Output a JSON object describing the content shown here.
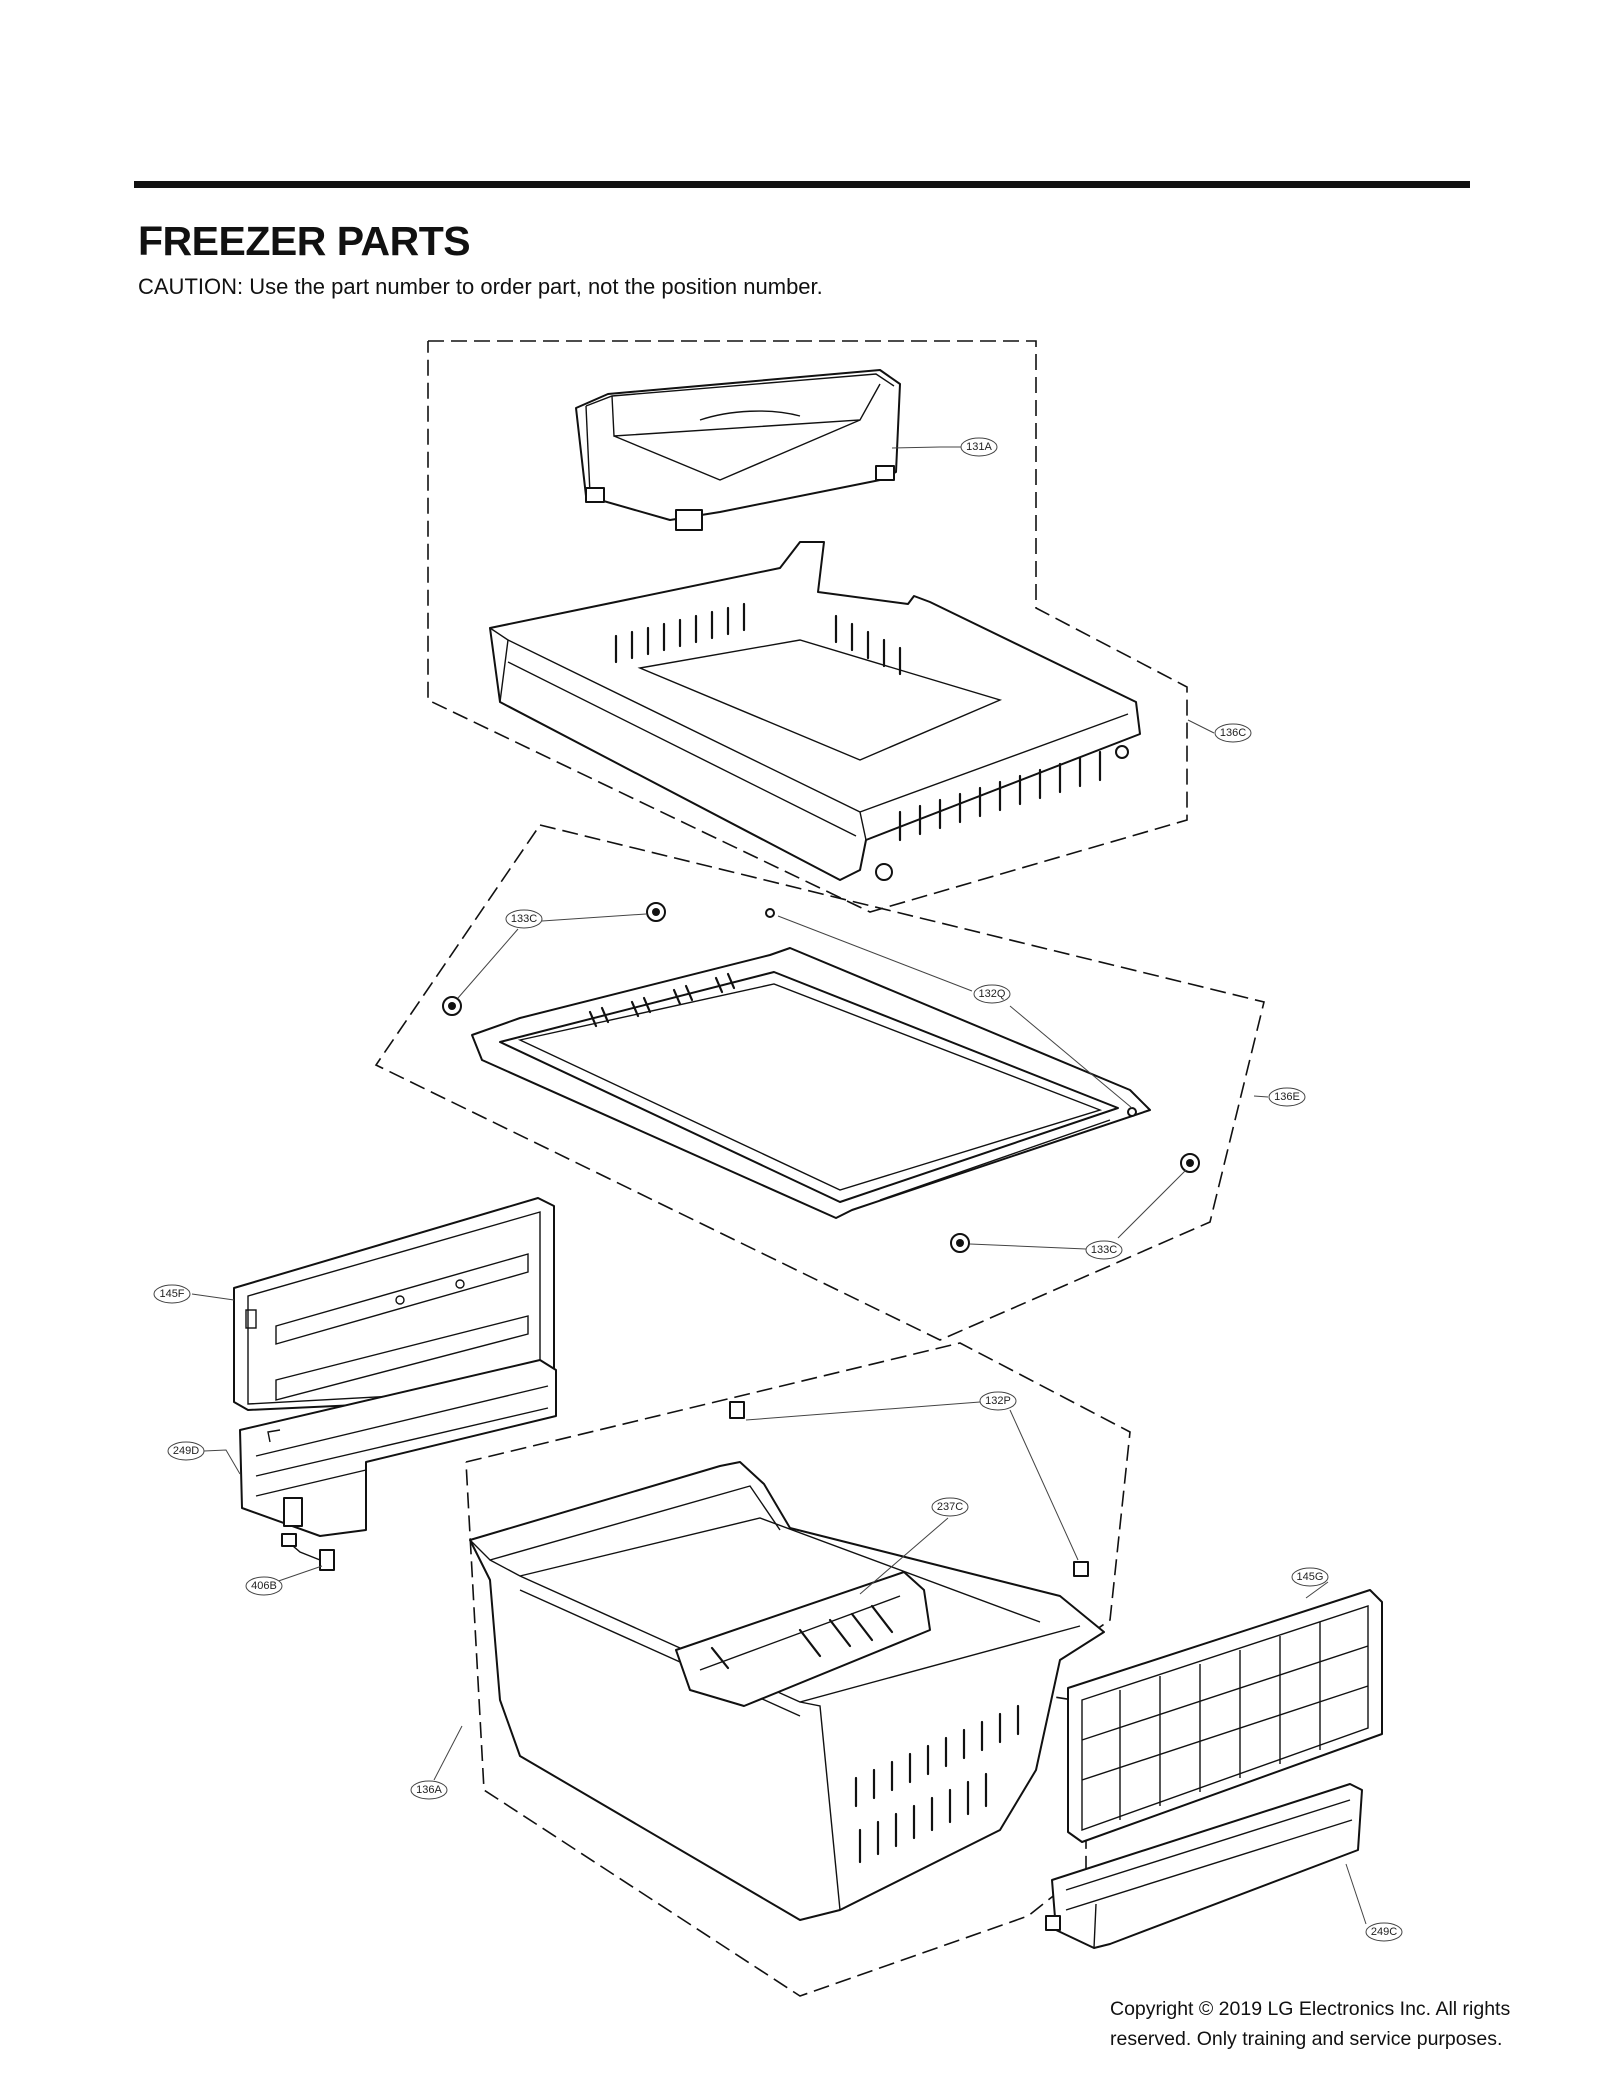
{
  "header": {
    "title": "FREEZER PARTS",
    "caution": "CAUTION: Use the part number to order part, not the position number."
  },
  "callouts": {
    "c131A": "131A",
    "c136C": "136C",
    "c133C_top": "133C",
    "c132Q": "132Q",
    "c136E": "136E",
    "c133C_bottom": "133C",
    "c145F": "145F",
    "c132P": "132P",
    "c249D": "249D",
    "c237C": "237C",
    "c406B": "406B",
    "c145G": "145G",
    "c136A": "136A",
    "c249C": "249C"
  },
  "footer": {
    "copyright_line1": "Copyright © 2019  LG Electronics Inc. All rights",
    "copyright_line2": "reserved. Only training and service purposes."
  },
  "colors": {
    "ink": "#111111",
    "background": "#ffffff"
  }
}
